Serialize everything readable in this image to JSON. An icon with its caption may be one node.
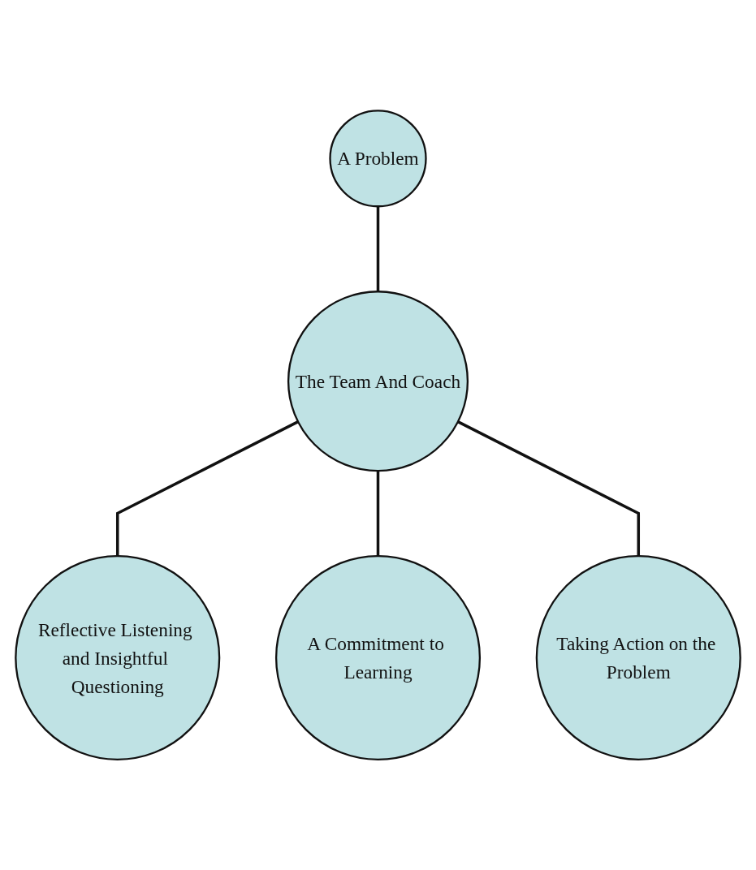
{
  "diagram": {
    "nodes": [
      {
        "text": [
          "A Problem"
        ]
      },
      {
        "text": [
          "The Team And Coach"
        ]
      },
      {
        "text": [
          "Reflective Listening and Insightful Questioning"
        ]
      },
      {
        "text": [
          "Taking Action on the Problem"
        ]
      },
      {
        "text": [
          "A Commitment to Learning"
        ]
      }
    ],
    "edges": [
      {
        "from": 0,
        "to": 1,
        "arrow": "none"
      },
      {
        "from": 1,
        "to": 2,
        "arrow": "none"
      },
      {
        "from": 1,
        "to": 4,
        "arrow": "none"
      },
      {
        "from": 1,
        "to": 3,
        "arrow": "none"
      }
    ]
  }
}
